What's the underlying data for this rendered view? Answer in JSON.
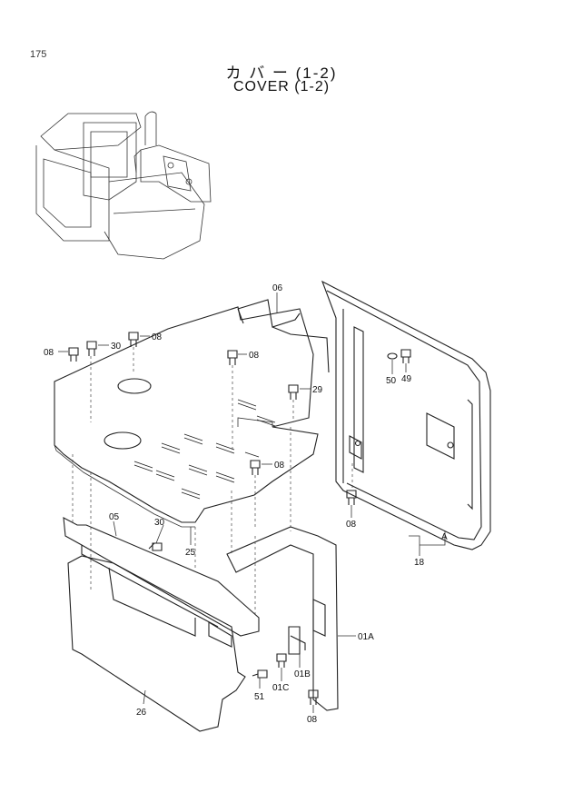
{
  "page_number": "175",
  "title_jp": "カ バ ー  (1-2)",
  "title_en": "COVER  (1-2)",
  "callouts": {
    "c06": "06",
    "c08a": "08",
    "c30a": "30",
    "c08b": "08",
    "c08c": "08",
    "c29": "29",
    "c08d": "08",
    "c05": "05",
    "c30b": "30",
    "c25": "25",
    "c50": "50",
    "c49": "49",
    "c08e": "08",
    "cA": "A",
    "c18": "18",
    "c01A": "01A",
    "c01B": "01B",
    "c01C": "01C",
    "c51": "51",
    "c26": "26",
    "c08f": "08"
  }
}
